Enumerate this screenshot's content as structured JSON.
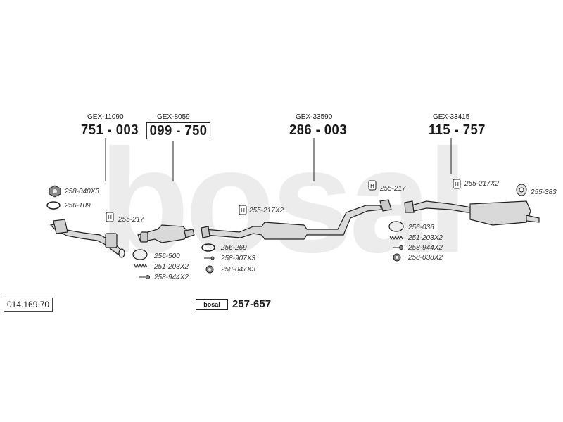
{
  "watermark": "bosal",
  "catalog_code": "014.169.70",
  "kit": {
    "logo_text": "bosal",
    "number": "257-657"
  },
  "main_parts": [
    {
      "ref": "GEX-11090",
      "number": "751 - 003"
    },
    {
      "ref": "GEX-8059",
      "number": "099 - 750"
    },
    {
      "ref": "GEX-33590",
      "number": "286 - 003"
    },
    {
      "ref": "GEX-33415",
      "number": "115 - 757"
    }
  ],
  "accessories": {
    "a1": "258-040X3",
    "a2": "256-109",
    "a3": "255-217",
    "a4": "256-500",
    "a5": "251-203X2",
    "a6": "258-944X2",
    "a7": "255-217X2",
    "a8": "256-269",
    "a9": "258-907X3",
    "a10": "258-047X3",
    "a11": "255-217",
    "a12": "255-217X2",
    "a13": "255-383",
    "a14": "256-036",
    "a15": "251-203X2",
    "a16": "258-944X2",
    "a17": "258-038X2"
  },
  "colors": {
    "line": "#222222",
    "part_fill": "#d9d9d9",
    "watermark": "#ececec"
  }
}
